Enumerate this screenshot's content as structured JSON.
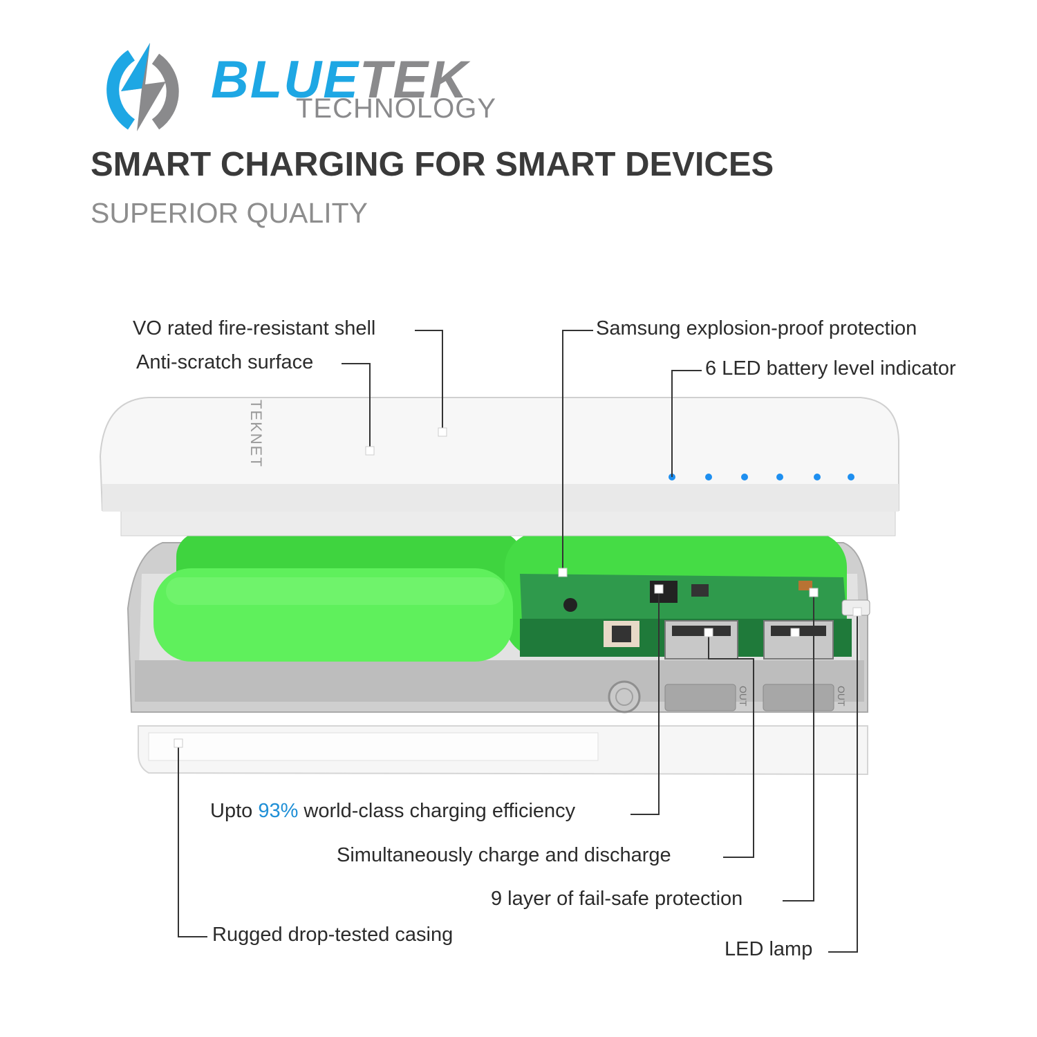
{
  "logo": {
    "brand_part1": "BLUE",
    "brand_part2": "TEK",
    "tagline": "TECHNOLOGY"
  },
  "headline": "SMART CHARGING FOR SMART DEVICES",
  "subheadline": "SUPERIOR QUALITY",
  "product": {
    "shell_brand": "TEKNET",
    "port_label_1": "OUT",
    "port_label_2": "OUT"
  },
  "callouts": {
    "shell": "VO rated fire-resistant shell",
    "surface": "Anti-scratch surface",
    "samsung": "Samsung explosion-proof protection",
    "led_indicator": "6 LED battery level indicator",
    "efficiency_prefix": "Upto ",
    "efficiency_value": "93%",
    "efficiency_suffix": " world-class charging efficiency",
    "simultaneous": "Simultaneously charge and discharge",
    "failsafe": "9 layer of fail-safe protection",
    "casing": "Rugged drop-tested casing",
    "lamp": "LED lamp"
  },
  "colors": {
    "brand_blue": "#1ea7e4",
    "brand_gray": "#8a8a8c",
    "battery_green": "#49e04a",
    "pcb_green": "#2f9a4c",
    "led_blue": "#1e8ff0"
  }
}
